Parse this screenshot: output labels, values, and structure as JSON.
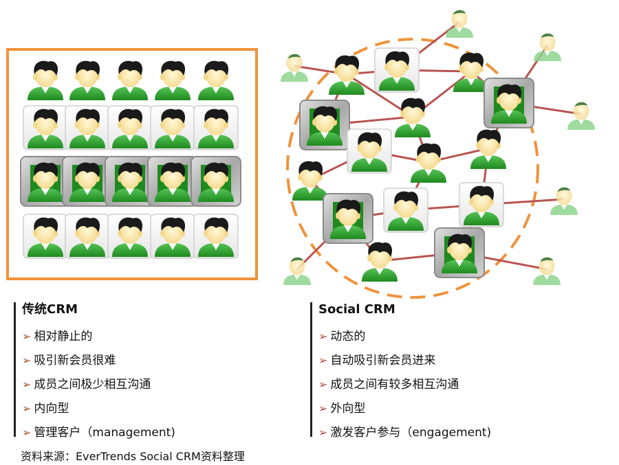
{
  "traditional": {
    "title": "传统CRM",
    "items": [
      "相对静止的",
      "吸引新会员很难",
      "成员之间极少相互沟通",
      "内向型",
      "管理客户（management)"
    ]
  },
  "social": {
    "title": "Social CRM",
    "items": [
      "动态的",
      "自动吸引新会员进来",
      "成员之间有较多相互沟通",
      "外向型",
      "激发客户参与（engagement)"
    ]
  },
  "source": "资料来源：EverTrends Social CRM资料整理",
  "colors": {
    "accent_orange": "#f0923a",
    "link_red": "#b85450",
    "shirt_green": "#3aa53a",
    "hair": "#1a1a1a",
    "tile_gray": "#b8b8b8",
    "arrow": "#b04a33"
  },
  "icons": [
    "person-icon",
    "framed-person-icon",
    "arrow-bullet-icon"
  ]
}
